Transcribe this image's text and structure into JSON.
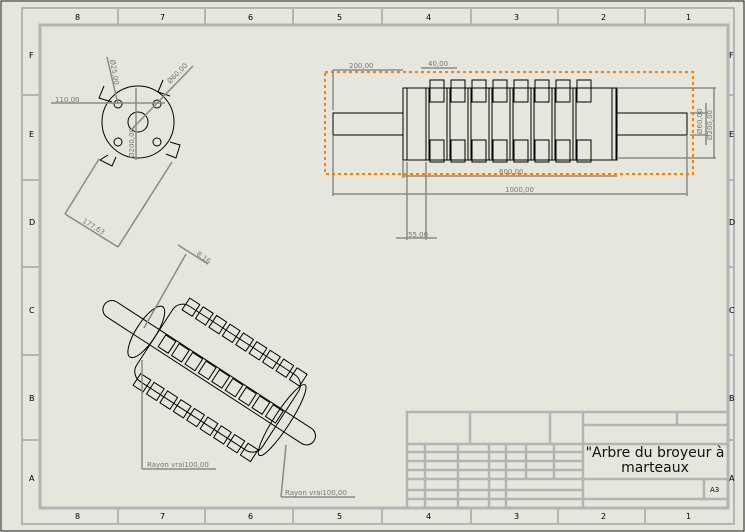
{
  "sheet": {
    "columns": [
      "8",
      "7",
      "6",
      "5",
      "4",
      "3",
      "2",
      "1"
    ],
    "rows": [
      "F",
      "E",
      "D",
      "C",
      "B",
      "A"
    ]
  },
  "front_view": {
    "dims": {
      "d_small": "Ø25,00",
      "d_hole": "Ø60,00",
      "width": "110,00",
      "d_flange": "Ø200,00",
      "length": "177,63"
    }
  },
  "side_view": {
    "dims": {
      "shaft_end": "200,00",
      "hammer": "40,00",
      "rotor": "600,00",
      "total": "1000,00",
      "spacing": "55,00",
      "d_shaft": "Ø60,00",
      "d_rotor": "Ø200,00"
    },
    "selection_color": "#ff8000"
  },
  "iso_view": {
    "dims": {
      "small": "8,16",
      "radius1": "Rayon vrai100,00",
      "radius2": "Rayon vrai100,00"
    }
  },
  "title_block": {
    "title_line1": "\"Arbre du broyeur à",
    "title_line2": "marteaux",
    "format": "A3"
  }
}
